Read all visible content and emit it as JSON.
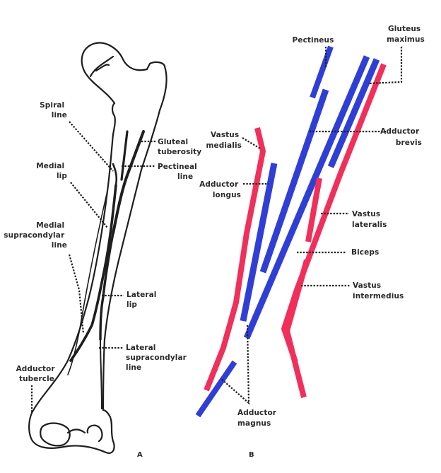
{
  "figure": {
    "panel_a": {
      "letter": "A",
      "labels": {
        "spiral_line": [
          "Spiral",
          "line"
        ],
        "medial_lip": [
          "Medial",
          "lip"
        ],
        "medial_supracondylar_line": [
          "Medial",
          "supracondylar",
          "line"
        ],
        "adductor_tubercle": [
          "Adductor",
          "tubercle"
        ],
        "gluteal_tuberosity": [
          "Gluteal",
          "tuberosity"
        ],
        "pectineal_line": [
          "Pectineal",
          "line"
        ],
        "lateral_lip": [
          "Lateral",
          "lip"
        ],
        "lateral_supracondylar_line": [
          "Lateral",
          "supracondylar",
          "line"
        ]
      }
    },
    "panel_b": {
      "letter": "B",
      "legend_colors": {
        "red": "#f0305a",
        "blue": "#2f3fd6"
      },
      "labels": {
        "pectineus": [
          "Pectineus"
        ],
        "gluteus_maximus": [
          "Gluteus",
          "maximus"
        ],
        "vastus_medialis": [
          "Vastus",
          "medialis"
        ],
        "adductor_brevis": [
          "Adductor",
          "brevis"
        ],
        "adductor_longus": [
          "Adductor",
          "longus"
        ],
        "vastus_lateralis": [
          "Vastus",
          "lateralis"
        ],
        "biceps": [
          "Biceps"
        ],
        "vastus_intermedius": [
          "Vastus",
          "intermedius"
        ],
        "adductor_magnus": [
          "Adductor",
          "magnus"
        ]
      },
      "muscles": [
        {
          "name": "Pectineus",
          "color": "blue"
        },
        {
          "name": "Gluteus maximus",
          "color": "blue"
        },
        {
          "name": "Vastus medialis",
          "color": "red"
        },
        {
          "name": "Adductor brevis",
          "color": "blue"
        },
        {
          "name": "Adductor longus",
          "color": "blue"
        },
        {
          "name": "Vastus lateralis",
          "color": "red"
        },
        {
          "name": "Biceps",
          "color": "red"
        },
        {
          "name": "Vastus intermedius",
          "color": "red"
        },
        {
          "name": "Adductor magnus",
          "color": "blue"
        }
      ]
    }
  }
}
